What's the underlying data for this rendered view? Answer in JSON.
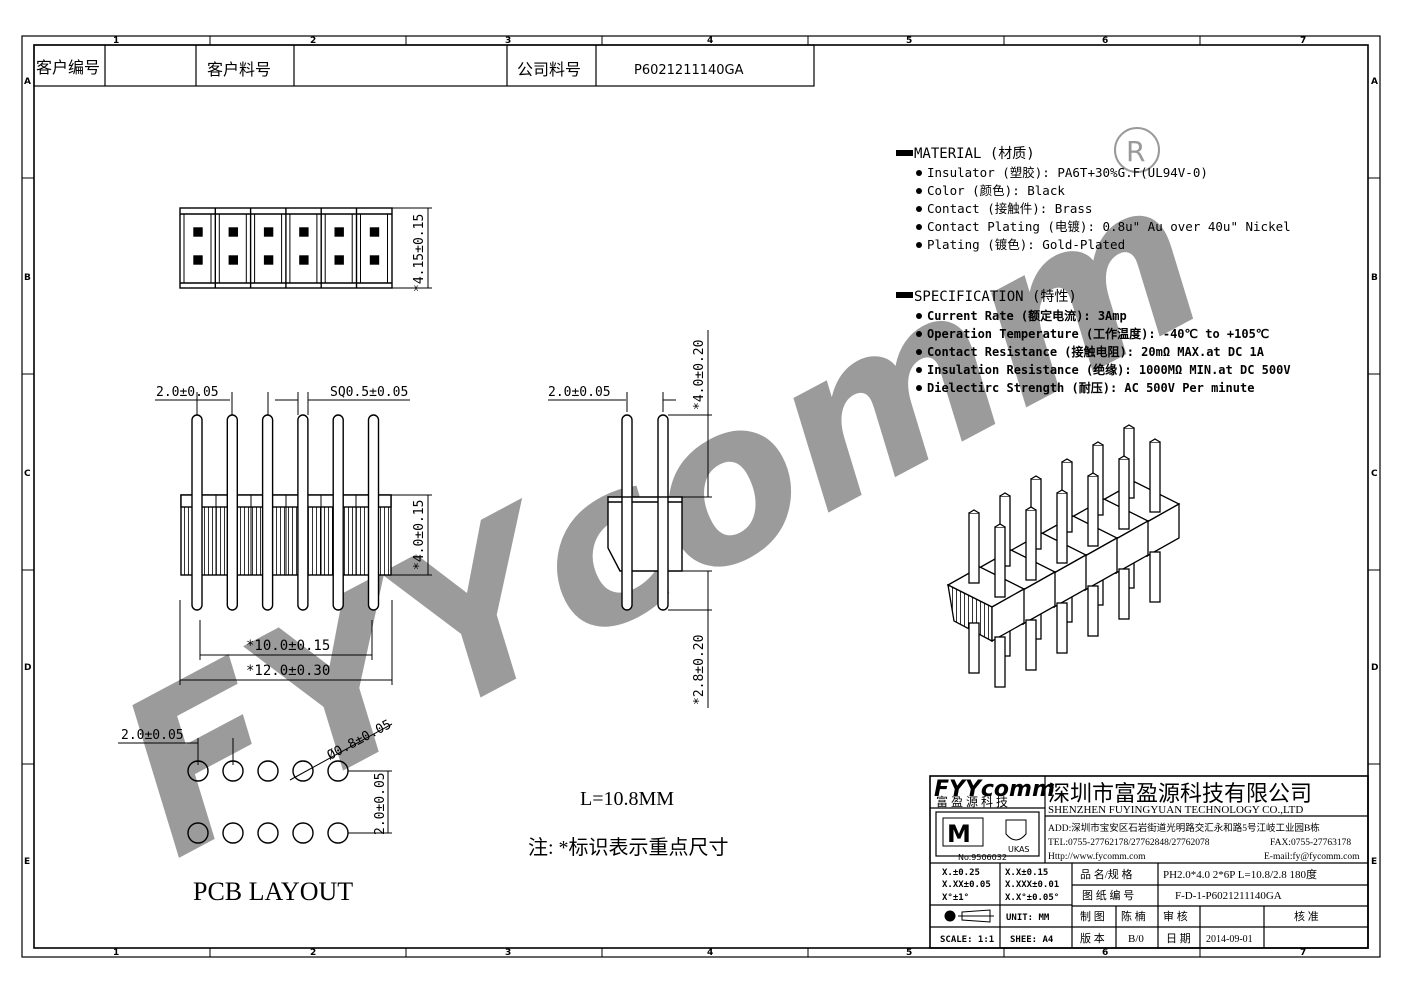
{
  "border": {
    "columns": [
      "1",
      "2",
      "3",
      "4",
      "5",
      "6",
      "7"
    ],
    "rows": [
      "A",
      "B",
      "C",
      "D",
      "E"
    ]
  },
  "header": {
    "customer_no_label": "客户编号",
    "customer_part_label": "客户料号",
    "company_part_label": "公司料号",
    "company_part_value": "P6021211140GA"
  },
  "material": {
    "heading": "MATERIAL (材质)",
    "items": [
      "Insulator (塑胶): PA6T+30%G.F(UL94V-0)",
      "Color (颜色): Black",
      "Contact (接触件): Brass",
      "Contact Plating (电镀): 0.8u\" Au  over 40u\" Nickel",
      "Plating (镀色): Gold-Plated"
    ]
  },
  "specification": {
    "heading": "SPECIFICATION (特性)",
    "items": [
      "Current Rate (额定电流):  3Amp",
      "Operation Temperature (工作温度): -40℃ to +105℃",
      "Contact Resistance (接触电阻): 20mΩ MAX.at DC 1A",
      "Insulation Resistance (绝缘): 1000MΩ MIN.at DC 500V",
      "Dielectirc Strength (耐压): AC 500V Per minute"
    ]
  },
  "dimensions": {
    "top_height": "*4.15±0.15",
    "front_pitch": "2.0±0.05",
    "front_pin": "SQ0.5±0.05",
    "front_body": "*4.0±0.15",
    "front_width_inner": "*10.0±0.15",
    "front_width_outer": "*12.0±0.30",
    "side_pitch": "2.0±0.05",
    "side_top": "*4.0±0.20",
    "side_bottom": "*2.8±0.20",
    "pcb_pitch": "2.0±0.05",
    "pcb_hole": "Ø0.8±0.05",
    "pcb_row": "2.0±0.05"
  },
  "notes": {
    "length": "L=10.8MM",
    "key_dims": "注: *标识表示重点尺寸",
    "pcb_layout": "PCB  LAYOUT"
  },
  "watermark": "FYYcomm",
  "title_block": {
    "logo": "FYYcomm",
    "logo_sub": "富 盈 源 科 技",
    "company_cn": "深圳市富盈源科技有限公司",
    "company_en": "SHENZHEN FUYINGYUAN TECHNOLOGY CO.,LTD",
    "address": "ADD:深圳市宝安区石岩街道光明路交汇永和路5号江岐工业园B栋",
    "tel": "TEL:0755-27762178/27762848/27762078",
    "fax": "FAX:0755-27763178",
    "http": "Http://www.fycomm.com",
    "email": "E-mail:fy@fycomm.com",
    "cert_no": "No.9506032",
    "tol1a": "X.±0.25",
    "tol1b": "X.X±0.15",
    "tol2a": "X.XX±0.05",
    "tol2b": "X.XXX±0.01",
    "tol3a": "X°±1°",
    "tol3b": "X.X°±0.05°",
    "unit": "UNIT: MM",
    "scale": "SCALE: 1:1",
    "sheet": "SHEE: A4",
    "product_label": "品 名/规 格",
    "product_value": "PH2.0*4.0  2*6P  L=10.8/2.8  180度",
    "drawing_label": "图 纸 编 号",
    "drawing_value": "F-D-1-P6021211140GA",
    "draw_label": "制 图",
    "draw_value": "陈 楠",
    "review_label": "审 核",
    "approve_label": "核 准",
    "version_label": "版 本",
    "version_value": "B/0",
    "date_label": "日 期",
    "date_value": "2014-09-01"
  },
  "colors": {
    "ink": "#000000",
    "watermark": "#8a8a8a"
  }
}
